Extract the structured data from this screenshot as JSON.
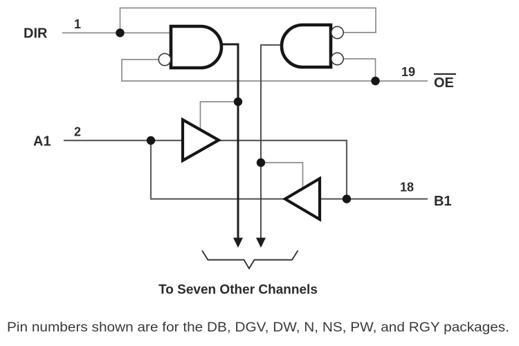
{
  "diagram": {
    "kind": "bus-transceiver-channel-logic-diagram",
    "pins": {
      "dir": {
        "label": "DIR",
        "number": "1"
      },
      "oe": {
        "label": "OE",
        "number": "19",
        "active_low": true
      },
      "a1": {
        "label": "A1",
        "number": "2"
      },
      "b1": {
        "label": "B1",
        "number": "18"
      }
    },
    "annotations": {
      "brace_label": "To Seven Other Channels",
      "footnote": "Pin numbers shown are for the DB, DGV, DW, N, NS, PW, and RGY packages."
    },
    "colors": {
      "background": "#ffffff",
      "wire_gray": "#8c8c8c",
      "wire_dark": "#5f5f5f",
      "ink_black": "#1c1c1c",
      "text": "#2b2b2b"
    }
  }
}
